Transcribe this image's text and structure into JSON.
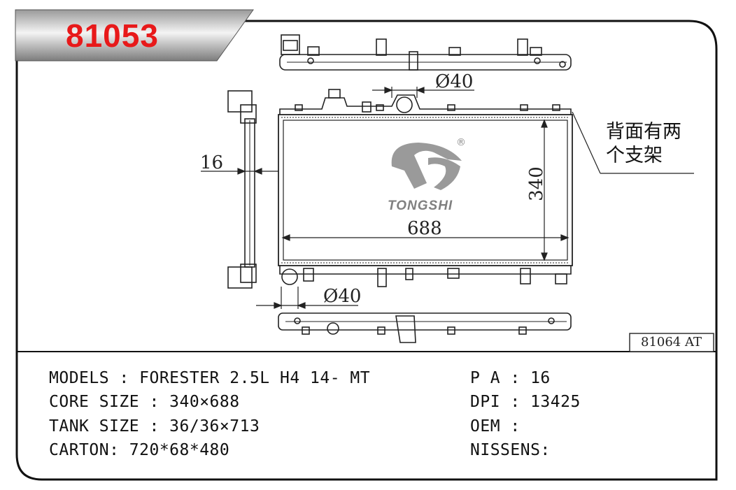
{
  "header": {
    "model_number": "81053"
  },
  "drawing": {
    "dim_pipe_top": "Ø40",
    "dim_pipe_bottom": "Ø40",
    "dim_thickness": "16",
    "dim_height": "340",
    "dim_width": "688",
    "note_line1": "背面有两",
    "note_line2": "个支架",
    "brand": "TONGSHI",
    "registered": "®",
    "alt_code": "81064 AT"
  },
  "specs": {
    "models": "MODELS : FORESTER 2.5L H4 14- MT",
    "core_size": "CORE SIZE : 340×688",
    "tank_size": "TANK SIZE : 36/36×713",
    "carton": "CARTON: 720*68*480",
    "pa": "P A : 16",
    "dpi": "DPI : 13425",
    "oem": "OEM :",
    "nissens": "NISSENS:"
  }
}
